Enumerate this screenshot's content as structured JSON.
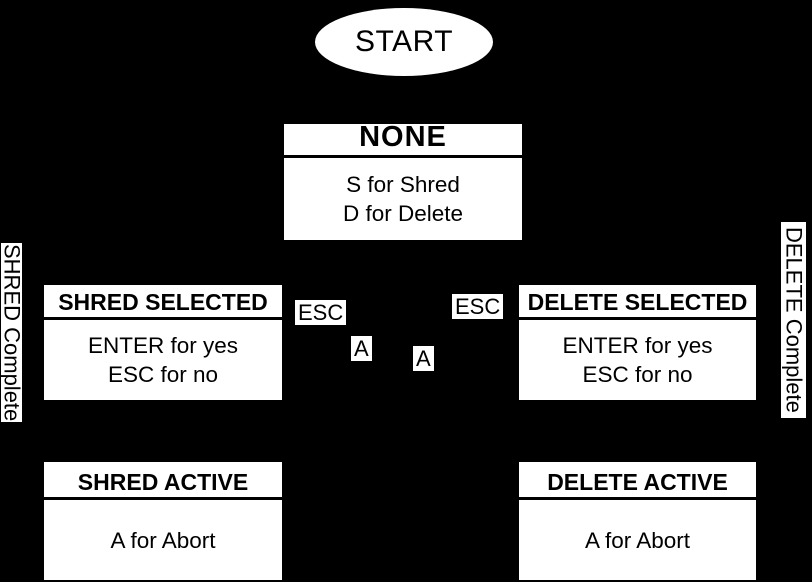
{
  "diagram": {
    "background_color": "#000000",
    "node_fill_color": "#ffffff",
    "node_text_color": "#000000",
    "start": {
      "label": "START"
    },
    "states": {
      "none": {
        "title": "NONE",
        "line1": "S for Shred",
        "line2": "D for Delete"
      },
      "shred_selected": {
        "title": "SHRED SELECTED",
        "line1": "ENTER for yes",
        "line2": "ESC for no"
      },
      "delete_selected": {
        "title": "DELETE SELECTED",
        "line1": "ENTER for yes",
        "line2": "ESC for no"
      },
      "shred_active": {
        "title": "SHRED ACTIVE",
        "line1": "A for Abort"
      },
      "delete_active": {
        "title": "DELETE ACTIVE",
        "line1": "A for Abort"
      }
    },
    "edge_labels": {
      "esc_left": "ESC",
      "esc_right": "ESC",
      "a_left": "A",
      "a_right": "A"
    },
    "side_labels": {
      "left": "SHRED Complete",
      "right": "DELETE Complete"
    }
  }
}
